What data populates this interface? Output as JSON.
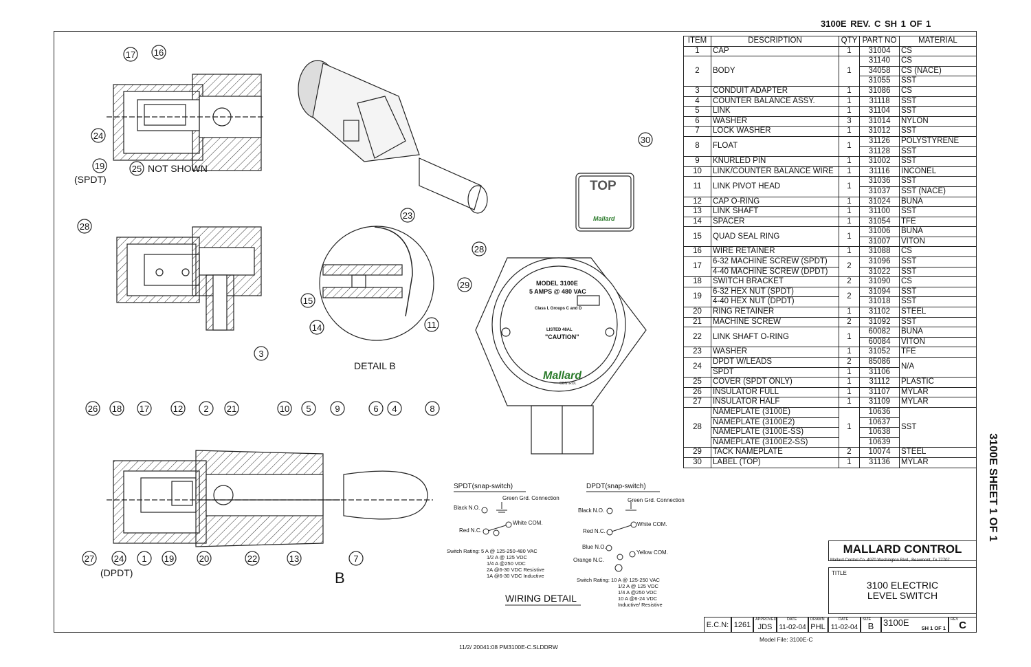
{
  "sheet_header": "3100E  REV. C    SH 1 OF 1",
  "side_label": "3100E SHEET 1 OF 1",
  "bom": {
    "headers": [
      "ITEM",
      "DESCRIPTION",
      "QTY",
      "PART NO",
      "MATERIAL"
    ],
    "rows": [
      [
        "1",
        "CAP",
        "1",
        "31004",
        "CS"
      ],
      [
        "",
        "",
        "",
        "31140",
        "CS"
      ],
      [
        "2",
        "BODY",
        "1",
        "34058",
        "CS (NACE)"
      ],
      [
        "",
        "",
        "",
        "31055",
        "SST"
      ],
      [
        "3",
        "CONDUIT ADAPTER",
        "1",
        "31086",
        "CS"
      ],
      [
        "4",
        "COUNTER BALANCE ASSY.",
        "1",
        "31118",
        "SST"
      ],
      [
        "5",
        "LINK",
        "1",
        "31104",
        "SST"
      ],
      [
        "6",
        "WASHER",
        "3",
        "31014",
        "NYLON"
      ],
      [
        "7",
        "LOCK WASHER",
        "1",
        "31012",
        "SST"
      ],
      [
        "8",
        "FLOAT",
        "1",
        "31126",
        "POLYSTYRENE"
      ],
      [
        "",
        "",
        "",
        "31128",
        "SST"
      ],
      [
        "9",
        "KNURLED PIN",
        "1",
        "31002",
        "SST"
      ],
      [
        "10",
        "LINK/COUNTER BALANCE WIRE",
        "1",
        "31116",
        "INCONEL"
      ],
      [
        "11",
        "LINK PIVOT HEAD",
        "1",
        "31036",
        "SST"
      ],
      [
        "",
        "",
        "",
        "31037",
        "SST (NACE)"
      ],
      [
        "12",
        "CAP O-RING",
        "1",
        "31024",
        "BUNA"
      ],
      [
        "13",
        "LINK SHAFT",
        "1",
        "31100",
        "SST"
      ],
      [
        "14",
        "SPACER",
        "1",
        "31054",
        "TFE"
      ],
      [
        "15",
        "QUAD SEAL RING",
        "1",
        "31006",
        "BUNA"
      ],
      [
        "",
        "",
        "",
        "31007",
        "VITON"
      ],
      [
        "16",
        "WIRE RETAINER",
        "1",
        "31088",
        "CS"
      ],
      [
        "17",
        "6-32 MACHINE SCREW (SPDT)",
        "2",
        "31096",
        "SST"
      ],
      [
        "",
        "4-40 MACHINE SCREW (DPDT)",
        "",
        "31022",
        "SST"
      ],
      [
        "18",
        "SWITCH BRACKET",
        "2",
        "31090",
        "CS"
      ],
      [
        "19",
        "6-32 HEX NUT (SPDT)",
        "2",
        "31094",
        "SST"
      ],
      [
        "",
        "4-40 HEX NUT (DPDT)",
        "",
        "31018",
        "SST"
      ],
      [
        "20",
        "RING RETAINER",
        "1",
        "31102",
        "STEEL"
      ],
      [
        "21",
        "MACHINE SCREW",
        "2",
        "31092",
        "SST"
      ],
      [
        "22",
        "LINK SHAFT O-RING",
        "1",
        "60082",
        "BUNA"
      ],
      [
        "",
        "",
        "",
        "60084",
        "VITON"
      ],
      [
        "23",
        "WASHER",
        "1",
        "31052",
        "TFE"
      ],
      [
        "24",
        "DPDT W/LEADS",
        "2",
        "85086",
        "N/A"
      ],
      [
        "",
        "SPDT",
        "1",
        "31106",
        ""
      ],
      [
        "25",
        "COVER (SPDT ONLY)",
        "1",
        "31112",
        "PLASTIC"
      ],
      [
        "26",
        "INSULATOR FULL",
        "1",
        "31107",
        "MYLAR"
      ],
      [
        "27",
        "INSULATOR HALF",
        "1",
        "31109",
        "MYLAR"
      ],
      [
        "28",
        "NAMEPLATE (3100E)",
        "1",
        "10636",
        "SST"
      ],
      [
        "",
        "NAMEPLATE (3100E2)",
        "",
        "10637",
        ""
      ],
      [
        "",
        "NAMEPLATE (3100E-SS)",
        "",
        "10638",
        ""
      ],
      [
        "",
        "NAMEPLATE (3100E2-SS)",
        "",
        "10639",
        ""
      ],
      [
        "29",
        "TACK NAMEPLATE",
        "2",
        "10074",
        "STEEL"
      ],
      [
        "30",
        "LABEL (TOP)",
        "1",
        "31136",
        "MYLAR"
      ]
    ]
  },
  "title_block": {
    "company": "MALLARD CONTROL",
    "address": "Mallard Control Co. 4970 Washington Blvd., Beaumont, Tx 77707",
    "title_label": "TITLE",
    "title_line1": "3100 ELECTRIC",
    "title_line2": "LEVEL SWITCH",
    "ecn_label": "E.C.N:",
    "ecn": "1261",
    "approved_label": "APPROVED",
    "approved": "JDS",
    "date_label": "DATE",
    "date1": "11-02-04",
    "drawn_label": "DRAWN",
    "drawn": "PHL",
    "date2": "11-02-04",
    "size_label": "SIZE",
    "size": "B",
    "dwg_no": "3100E",
    "sheet": "SH 1 OF 1",
    "rev_label": "REV",
    "rev": "C"
  },
  "model_file": "Model File: 3100E-C",
  "footer": "11/2/ 20041:08 PM3100E-C.SLDDRW",
  "views": {
    "not_shown": "NOT SHOWN",
    "spdt": "(SPDT)",
    "dpdt": "(DPDT)",
    "detail_b": "DETAIL B",
    "b": "B",
    "top_label": "TOP"
  },
  "callouts_top": [
    "17",
    "16",
    "24",
    "19",
    "25"
  ],
  "nameplate": {
    "model": "MODEL 3100E",
    "rating": "5 AMPS @ 480 VAC",
    "class": "Class I, Groups C and D",
    "listed": "LISTED 48AL",
    "caution": "\"CAUTION\"",
    "brand": "Mallard",
    "brand_sub": "CONTROL"
  },
  "wiring": {
    "spdt_title": "SPDT(snap-switch)",
    "dpdt_title": "DPDT(snap-switch)",
    "green": "Green Grd. Connection",
    "black_no": "Black N.O.",
    "red_nc": "Red N.C.",
    "white_com": "White COM.",
    "blue_no": "Blue N.O.",
    "orange_nc": "Orange N.C.",
    "yellow_com": "Yellow COM.",
    "spdt_rating": [
      "Switch Rating:  5 A  @ 125-250-480 VAC",
      "1/2 A @ 125 VDC",
      "1/4 A @250 VDC",
      "2A @6-30 VDC Resistive",
      "1A @6-30 VDC Inductive"
    ],
    "dpdt_rating": [
      "Switch Rating:  10 A @ 125-250 VAC",
      "1/2 A @ 125 VDC",
      "1/4 A @250 VDC",
      "10 A @6-24 VDC",
      "Inductive/ Resistive"
    ],
    "detail_title": "WIRING DETAIL"
  }
}
